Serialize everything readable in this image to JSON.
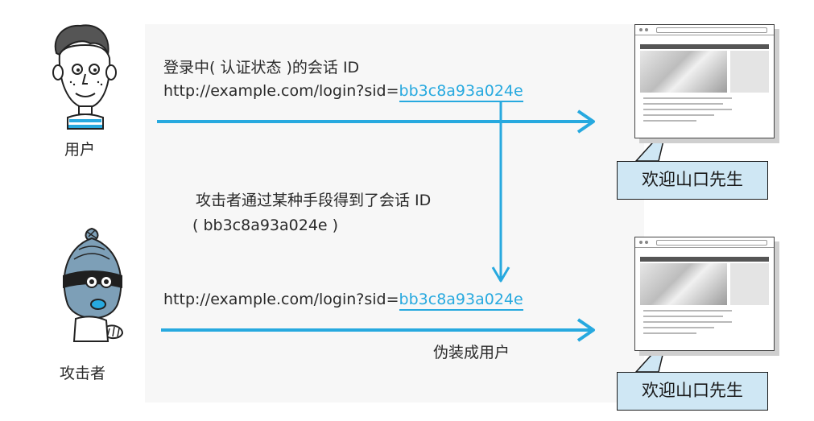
{
  "user": {
    "label": "用户",
    "message_line1": "登录中( 认证状态 )的会话 ID",
    "url_prefix": "http://example.com/login?sid=",
    "sid": "bb3c8a93a024e"
  },
  "attack": {
    "line1": "攻击者通过某种手段得到了会话 ID",
    "line2": "( bb3c8a93a024e )"
  },
  "attacker": {
    "label": "攻击者",
    "url_prefix": "http://example.com/login?sid=",
    "sid": "bb3c8a93a024e",
    "caption": "伪装成用户"
  },
  "browsers": [
    {
      "welcome": "欢迎山口先生"
    },
    {
      "welcome": "欢迎山口先生"
    }
  ],
  "colors": {
    "arrow": "#27a9df",
    "bubble_fill": "#cfe7f4",
    "attacker_skin": "#7d9fb7"
  },
  "icons": {
    "user": "user-avatar-icon",
    "attacker": "attacker-avatar-icon"
  }
}
